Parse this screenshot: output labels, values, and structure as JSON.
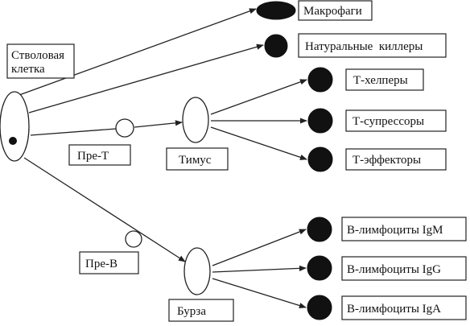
{
  "diagram": {
    "stem_cell": {
      "line1": "Стволовая",
      "line2": "клетка"
    },
    "pre_t": "Пре-Т",
    "pre_b": "Пре-В",
    "thymus": "Тимус",
    "bursa": "Бурза",
    "outputs": {
      "macrophages": "Макрофаги",
      "nk_cells": "Натуральные  киллеры",
      "t_helpers": "Т-хелперы",
      "t_suppressors": "Т-супрессоры",
      "t_effectors": "Т-эффекторы",
      "b_igm": "В-лимфоциты IgM",
      "b_igg": "В-лимфоциты IgG",
      "b_iga": "В-лимфоциты IgA"
    }
  }
}
